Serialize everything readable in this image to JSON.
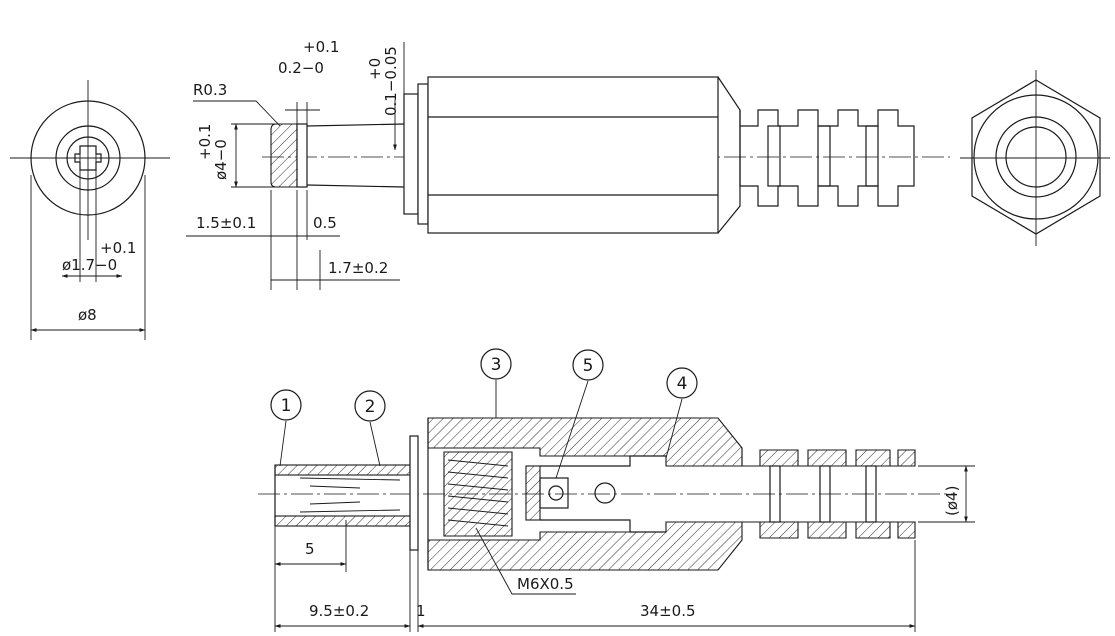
{
  "dimensions": {
    "front_tol": "+0.1",
    "front_width": "0.2−0",
    "tip_tol": "+0",
    "tip_value": "0.1−0.05",
    "radius": "R0.3",
    "d4_tol": "+0.1",
    "d4_value": "ø4−0",
    "d15": "1.5±0.1",
    "d05": "0.5",
    "d17": "1.7±0.2",
    "hole_tol": "+0.1",
    "hole_value": "ø1.7−0",
    "outer_dia": "ø8",
    "inner_len": "5",
    "d95": "9.5±0.2",
    "d1": "1",
    "d34": "34±0.5",
    "cable_dia": "(ø4)",
    "thread": "M6X0.5"
  },
  "balloons": [
    "1",
    "2",
    "3",
    "4",
    "5"
  ]
}
